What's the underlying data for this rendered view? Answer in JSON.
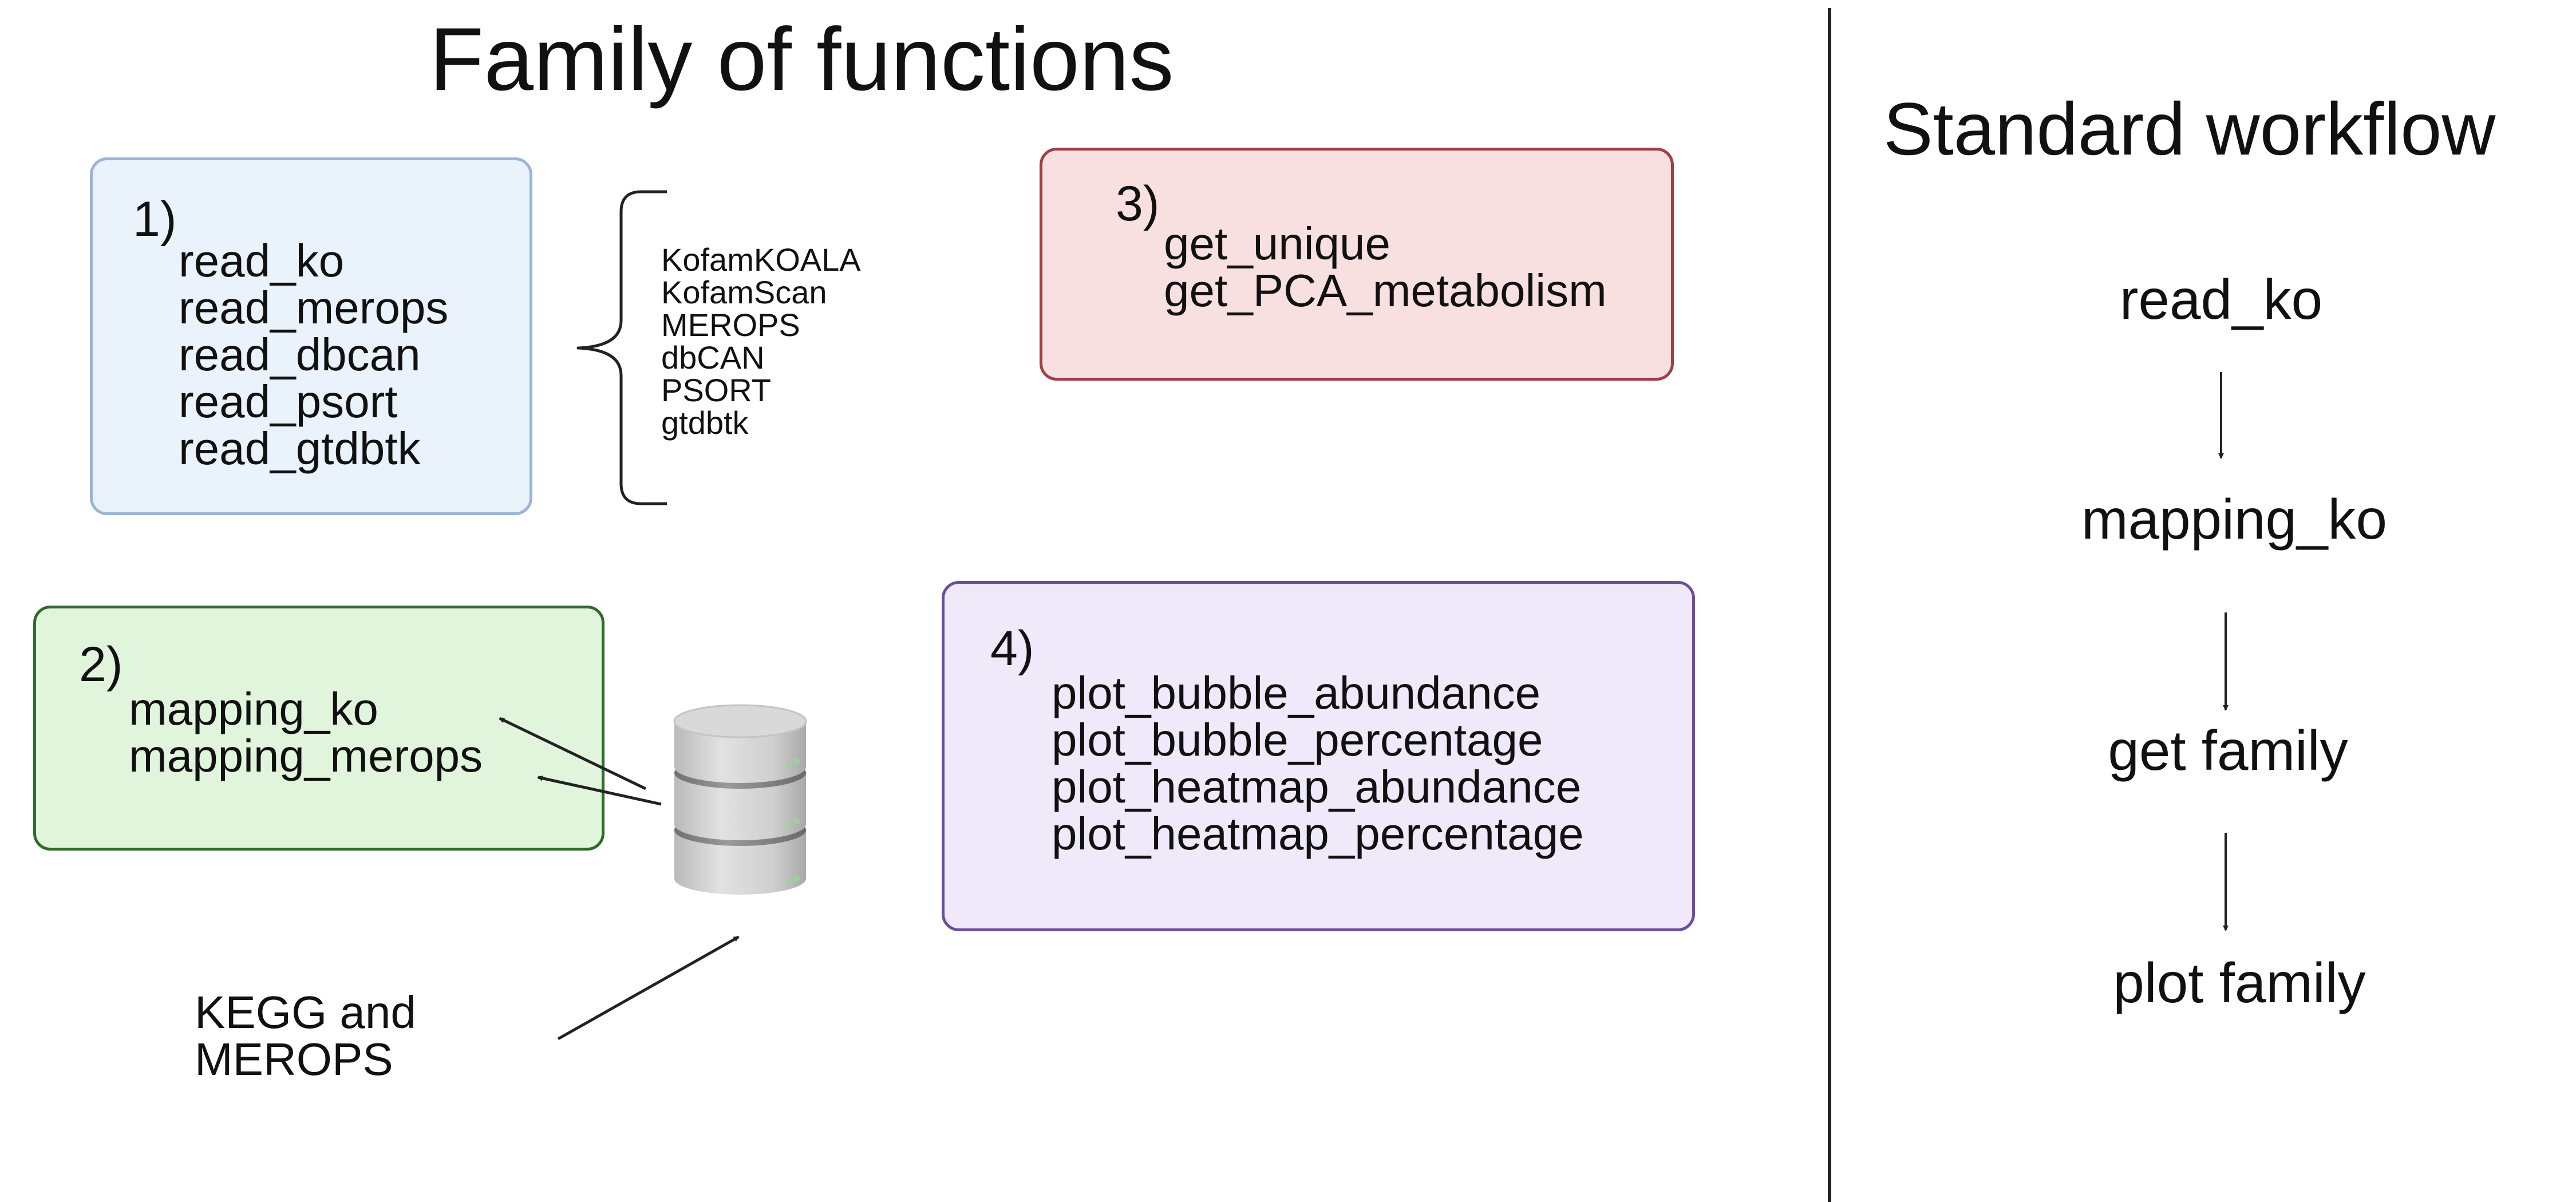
{
  "titles": {
    "left": "Family of functions",
    "right": "Standard workflow"
  },
  "colors": {
    "box1_fill": "#eaf2fb",
    "box1_border": "#9bb4d6",
    "box2_fill": "#e1f4dc",
    "box2_border": "#2f6b2a",
    "box3_fill": "#f8dfe0",
    "box3_border": "#a23d46",
    "box4_fill": "#efe9f9",
    "box4_border": "#6b4f9b",
    "arrow": "#222222"
  },
  "box1": {
    "number": "1)",
    "items": [
      "read_ko",
      "read_merops",
      "read_dbcan",
      "read_psort",
      "read_gtdbtk"
    ]
  },
  "tools": [
    "KofamKOALA",
    "KofamScan",
    "MEROPS",
    "dbCAN",
    "PSORT",
    "gtdbtk"
  ],
  "box2": {
    "number": "2)",
    "items": [
      "mapping_ko",
      "mapping_merops"
    ]
  },
  "box3": {
    "number": "3)",
    "items": [
      "get_unique",
      "get_PCA_metabolism"
    ]
  },
  "box4": {
    "number": "4)",
    "items": [
      "plot_bubble_abundance",
      "plot_bubble_percentage",
      "plot_heatmap_abundance",
      "plot_heatmap_percentage"
    ]
  },
  "database_label": [
    "KEGG and",
    "MEROPS"
  ],
  "database_icon": "database-icon",
  "workflow": [
    "read_ko",
    "mapping_ko",
    "get family",
    "plot family"
  ]
}
